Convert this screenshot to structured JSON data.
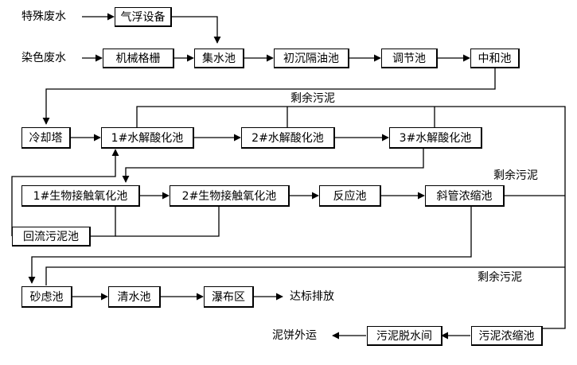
{
  "flowchart": {
    "sources": {
      "special_wastewater": "特殊废水",
      "dyeing_wastewater": "染色废水"
    },
    "nodes": {
      "air_flotation": "气浮设备",
      "bar_screen": "机械格栅",
      "collection_tank": "集水池",
      "primary_oil_separator": "初沉隔油池",
      "equalization_tank": "调节池",
      "neutralization_tank": "中和池",
      "cooling_tower": "冷却塔",
      "hydrolysis_1": "1#水解酸化池",
      "hydrolysis_2": "2#水解酸化池",
      "hydrolysis_3": "3#水解酸化池",
      "contact_oxidation_1": "1#生物接触氧化池",
      "contact_oxidation_2": "2#生物接触氧化池",
      "reaction_tank": "反应池",
      "inclined_tube_thickener": "斜管浓缩池",
      "return_sludge_tank": "回流污泥池",
      "sand_filter": "砂虑池",
      "clear_water_tank": "清水池",
      "cascade_zone": "瀑布区",
      "sludge_thickener": "污泥浓缩池",
      "sludge_dewatering_room": "污泥脱水间"
    },
    "labels": {
      "excess_sludge_top": "剩余污泥",
      "excess_sludge_right": "剩余污泥",
      "excess_sludge_bottom": "剩余污泥",
      "discharge": "达标排放",
      "sludge_cake": "泥饼外运"
    }
  }
}
